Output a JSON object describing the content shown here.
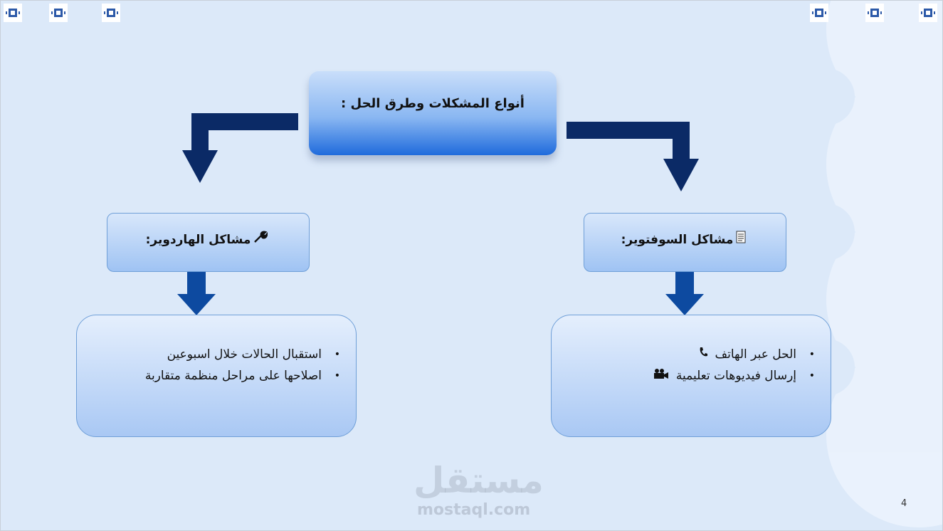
{
  "title": "أنواع المشكلات وطرق الحل :",
  "hardware": {
    "label": "مشاكل الهاردوير:",
    "icon": "wrench-icon",
    "items": [
      "استقبال الحالات خلال اسبوعين",
      "اصلاحها على مراحل منظمة متقاربة"
    ]
  },
  "software": {
    "label": "مشاكل السوفتوير:",
    "icon": "document-icon",
    "items": [
      {
        "text": "الحل عبر الهاتف",
        "icon": "phone-icon"
      },
      {
        "text": "إرسال فيديوهات تعليمية",
        "icon": "video-camera-icon"
      }
    ]
  },
  "page_number": "4",
  "watermark": {
    "arabic": "مستقل",
    "latin": "mostaql.com"
  },
  "colors": {
    "background": "#dce9f9",
    "arrow_dark": "#0b2a66",
    "arrow_mid": "#0d4aa0"
  }
}
